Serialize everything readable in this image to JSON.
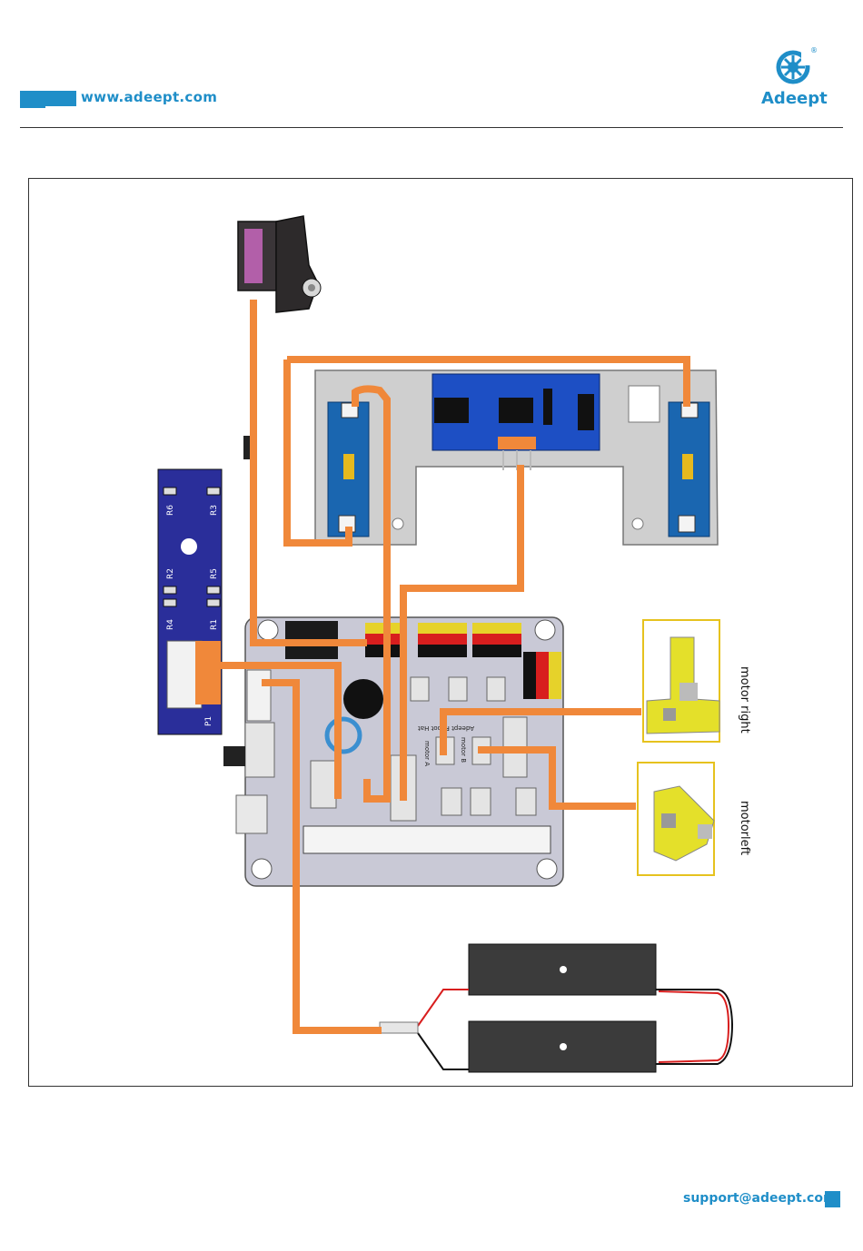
{
  "header": {
    "site_url": "www.adeept.com",
    "logo_name": "Adeept",
    "logo_mark": "®"
  },
  "diagram": {
    "motor_right_label": "motor right",
    "motor_left_label": "motorleft",
    "ir_board": {
      "labels": [
        "R6",
        "R3",
        "R2",
        "R5",
        "R4",
        "R1",
        "P1"
      ]
    },
    "hat_label": "Adeept Robot Hat",
    "motor_a_label": "motor A",
    "motor_b_label": "motor B",
    "wire_color": "#f0883a",
    "board_color": "#c9c9d6",
    "module_color": "#1a66b0"
  },
  "footer": {
    "support_email": "support@adeept.com"
  }
}
